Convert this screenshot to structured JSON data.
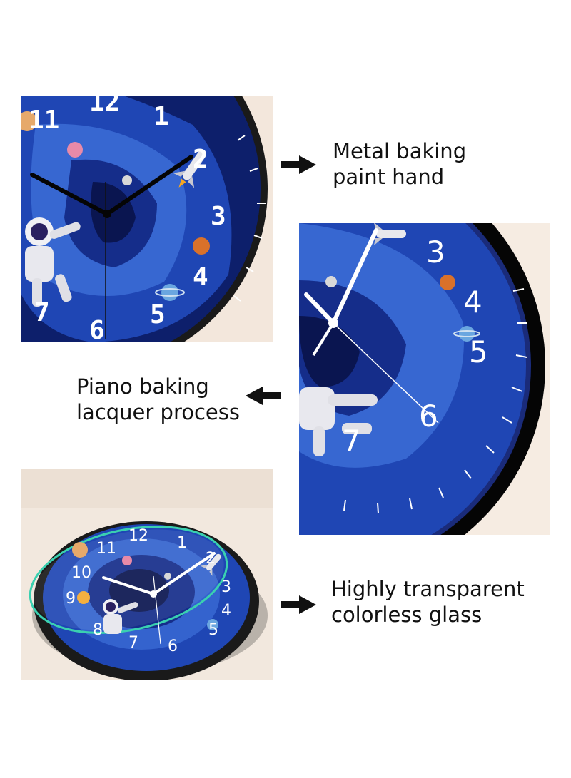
{
  "features": [
    {
      "line1": "Metal baking",
      "line2": "paint hand",
      "arrow_direction": "right"
    },
    {
      "line1": "Piano baking",
      "line2": "lacquer process",
      "arrow_direction": "left"
    },
    {
      "line1": "Highly transparent",
      "line2": "colorless glass",
      "arrow_direction": "right"
    }
  ],
  "clock_numerals": {
    "closeup_hands": [
      "12",
      "11",
      "1",
      "2",
      "3",
      "4",
      "5",
      "6",
      "7"
    ],
    "closeup_frame": [
      "3",
      "4",
      "5",
      "6",
      "7"
    ],
    "full_clock": [
      "12",
      "1",
      "2",
      "3",
      "4",
      "5",
      "6",
      "7",
      "8",
      "9",
      "10",
      "11"
    ]
  },
  "colors": {
    "dial_deep": "#0d1f6b",
    "dial_mid": "#1f46b4",
    "dial_light": "#3d6fd8",
    "frame": "#1a1a1a",
    "glass_edge": "#3ad0b0",
    "backdrop": "#f3e7dc",
    "arrow": "#111111"
  },
  "icons": [
    "astronaut-icon",
    "rocket-icon",
    "planet-icon",
    "arrow-right-icon",
    "arrow-left-icon"
  ]
}
